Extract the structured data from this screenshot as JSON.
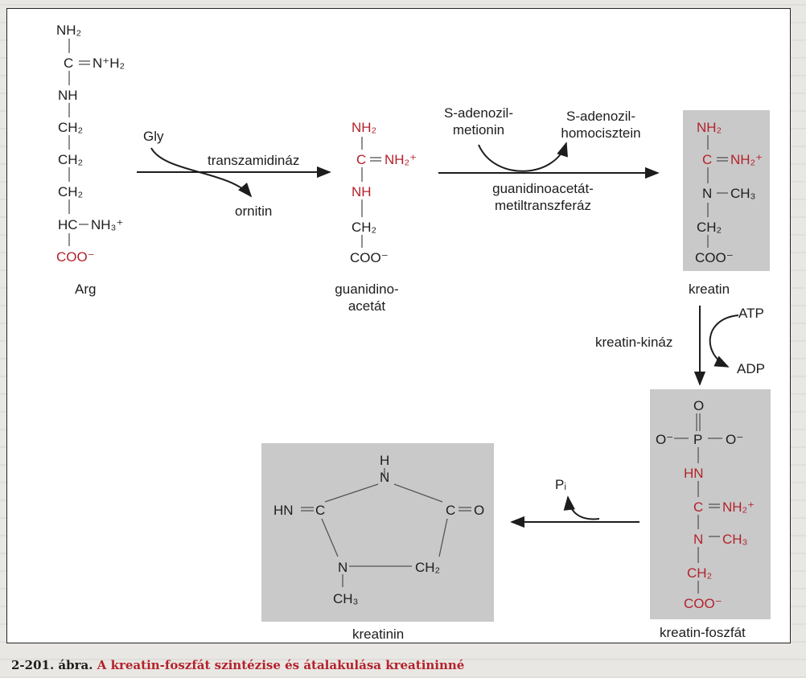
{
  "arginine": {
    "name": "Arg",
    "group_top": "NH₂",
    "c_eq": "C",
    "n_plus": "N⁺H₂",
    "nh": "NH",
    "ch2_1": "CH₂",
    "ch2_2": "CH₂",
    "ch2_3": "CH₂",
    "hc": "HC",
    "nh3": "NH₃⁺",
    "coo": "COO⁻"
  },
  "step1": {
    "reactant_in": "Gly",
    "enzyme": "transzamidináz",
    "product_out": "ornitin"
  },
  "guanidinoacetate": {
    "nh2": "NH₂",
    "c": "C",
    "nh2plus": "NH₂⁺",
    "nh": "NH",
    "ch2": "CH₂",
    "coo": "COO⁻",
    "name_line1": "guanidino-",
    "name_line2": "acetát"
  },
  "step2": {
    "reactant_in_line1": "S-adenozil-",
    "reactant_in_line2": "metionin",
    "product_out_line1": "S-adenozil-",
    "product_out_line2": "homocisztein",
    "enzyme_line1": "guanidinoacetát-",
    "enzyme_line2": "metiltranszferáz"
  },
  "creatine": {
    "nh2": "NH₂",
    "c": "C",
    "nh2plus": "NH₂⁺",
    "n": "N",
    "ch3": "CH₃",
    "ch2": "CH₂",
    "coo": "COO⁻",
    "name": "kreatin"
  },
  "step3": {
    "atp": "ATP",
    "enzyme": "kreatin-kináz",
    "adp": "ADP"
  },
  "phosphocreatine": {
    "o_top": "O",
    "o_left": "O⁻",
    "p": "P",
    "o_right": "O⁻",
    "hn": "HN",
    "c": "C",
    "nh2plus": "NH₂⁺",
    "n": "N",
    "ch3": "CH₃",
    "ch2": "CH₂",
    "coo": "COO⁻",
    "name": "kreatin-foszfát"
  },
  "step4": {
    "pi": "Pᵢ"
  },
  "creatinine": {
    "h": "H",
    "n_top": "N",
    "hn": "HN",
    "c_left": "C",
    "c_right": "C",
    "o": "O",
    "n_bottom": "N",
    "ch2": "CH₂",
    "ch3": "CH₃",
    "name": "kreatinin"
  },
  "caption": {
    "number": "2-201. ábra.",
    "title": "A kreatin-foszfát szintézise és átalakulása kreatininné"
  },
  "colors": {
    "accent_red": "#b3222c",
    "shade_gray": "#c9c9c9"
  }
}
